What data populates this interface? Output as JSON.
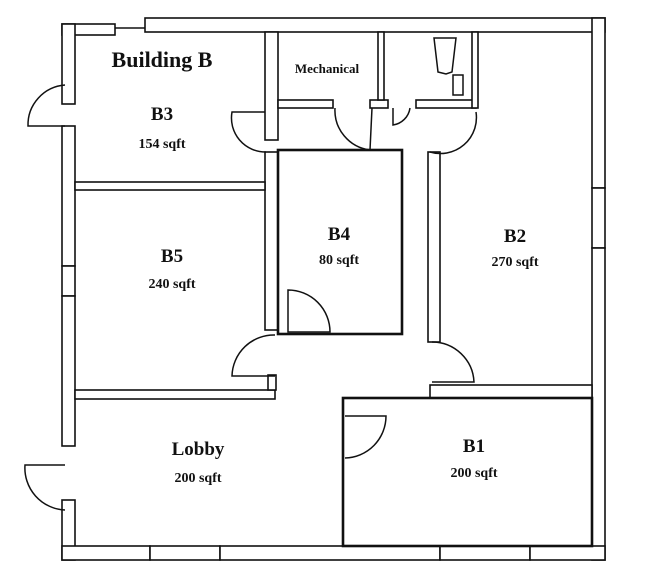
{
  "title": "Building B",
  "rooms": [
    {
      "id": "B3",
      "area": "154 sqft"
    },
    {
      "id": "B5",
      "area": "240 sqft"
    },
    {
      "id": "B4",
      "area": "80 sqft"
    },
    {
      "id": "B2",
      "area": "270 sqft"
    },
    {
      "id": "Lobby",
      "area": "200 sqft"
    },
    {
      "id": "B1",
      "area": "200 sqft"
    }
  ],
  "mechanical_label": "Mechanical"
}
